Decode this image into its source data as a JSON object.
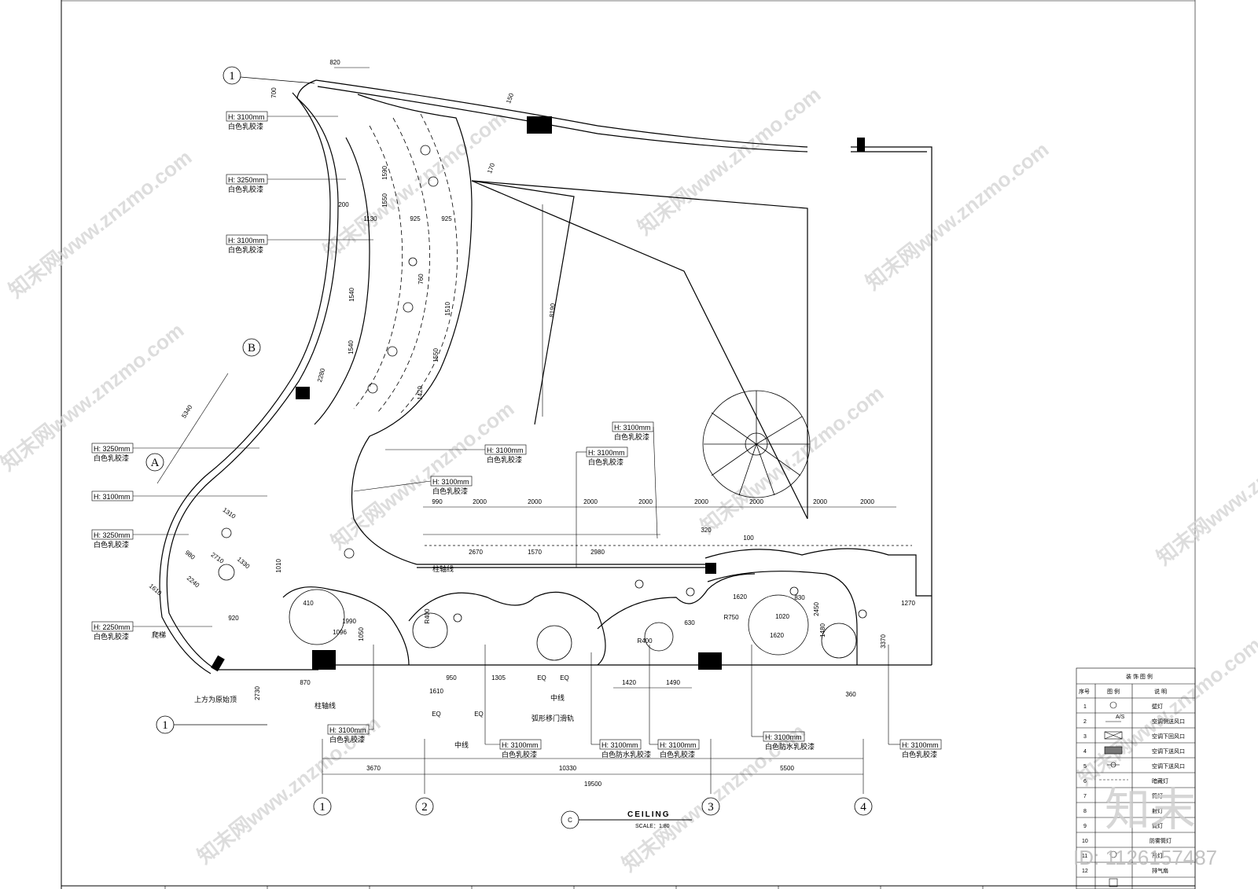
{
  "drawing": {
    "title": "CEILING",
    "scale": "SCALE：1:80",
    "section_marker": "C",
    "watermark": "znzmo.com",
    "watermark_cn": "知末网www.znzmo.com",
    "logo_text": "知末",
    "id_text": "ID: 1126157487"
  },
  "grid": {
    "axis_1": "1",
    "axis_2": "2",
    "axis_3": "3",
    "axis_4": "4",
    "axis_A": "A",
    "axis_B": "B",
    "dim_3670": "3670",
    "dim_10330": "10330",
    "dim_5500": "5500",
    "dim_19500": "19500",
    "dim_5340": "5340"
  },
  "ceiling_tags": [
    {
      "height": "H: 3100mm",
      "finish": "白色乳胶漆"
    },
    {
      "height": "H: 3250mm",
      "finish": "白色乳胶漆"
    },
    {
      "height": "H: 3100mm",
      "finish": "白色乳胶漆"
    },
    {
      "height": "H: 3250mm",
      "finish": "白色乳胶漆"
    },
    {
      "height": "H: 3100mm",
      "finish": ""
    },
    {
      "height": "H: 3250mm",
      "finish": "白色乳胶漆"
    },
    {
      "height": "H: 2250mm",
      "finish": "白色乳胶漆"
    },
    {
      "height": "H: 3100mm",
      "finish": "白色乳胶漆"
    },
    {
      "height": "H: 3100mm",
      "finish": "白色乳胶漆"
    },
    {
      "height": "H: 3100mm",
      "finish": "白色乳胶漆"
    },
    {
      "height": "H: 3100mm",
      "finish": "白色乳胶漆"
    },
    {
      "height": "H: 3100mm",
      "finish": "白色乳胶漆"
    },
    {
      "height": "H: 3100mm",
      "finish": "白色乳胶漆"
    },
    {
      "height": "H: 3100mm",
      "finish": "白色防水乳胶漆"
    },
    {
      "height": "H: 3100mm",
      "finish": "白色乳胶漆"
    },
    {
      "height": "H: 3100mm",
      "finish": "白色防水乳胶漆"
    },
    {
      "height": "H: 3100mm",
      "finish": "白色乳胶漆"
    }
  ],
  "notes": {
    "climb": "爬梯",
    "above_original": "上方为原始顶",
    "column_axis": "柱轴线",
    "column_axis_2": "柱轴线",
    "centerline": "中线",
    "centerline_2": "中线",
    "sliding_door": "弧形移门滑轨"
  },
  "dimensions": {
    "top": [
      "990",
      "2000",
      "2000",
      "2000",
      "2000",
      "2000",
      "2000",
      "2000",
      "2000"
    ],
    "mid": [
      "2670",
      "1570",
      "2980"
    ],
    "left_col": [
      "1130",
      "925",
      "925",
      "1330"
    ],
    "misc": [
      "820",
      "700",
      "150",
      "170",
      "8190",
      "200",
      "1590",
      "1550",
      "1540",
      "1540",
      "1510",
      "1550",
      "1420",
      "760",
      "2280",
      "1310",
      "2710",
      "1330",
      "980",
      "2240",
      "1610",
      "920",
      "1990",
      "1096",
      "1050",
      "950",
      "1305",
      "1610",
      "1620",
      "1020",
      "1620",
      "1480",
      "1270",
      "870",
      "2730",
      "1420",
      "1490",
      "830",
      "2450",
      "320",
      "100",
      "630",
      "R750",
      "R400",
      "R400",
      "EQ",
      "EQ",
      "EQ",
      "EQ",
      "3370",
      "360",
      "410",
      "1010"
    ]
  },
  "legend": {
    "title": "装 饰 图 例",
    "col_no": "序号",
    "col_symbol": "图 例",
    "col_desc": "说 明",
    "rows": [
      {
        "no": "1",
        "desc": "壁灯"
      },
      {
        "no": "2",
        "desc": "空调侧送风口"
      },
      {
        "no": "3",
        "desc": "空调下回风口"
      },
      {
        "no": "4",
        "desc": "空调下送风口"
      },
      {
        "no": "5",
        "desc": "空调下送风口"
      },
      {
        "no": "6",
        "desc": "暗藏灯"
      },
      {
        "no": "7",
        "desc": "筒灯"
      },
      {
        "no": "8",
        "desc": "射灯"
      },
      {
        "no": "9",
        "desc": "筒灯"
      },
      {
        "no": "10",
        "desc": "防雾筒灯"
      },
      {
        "no": "11",
        "desc": "吊灯"
      },
      {
        "no": "12",
        "desc": "排气扇"
      }
    ],
    "symbol_label_2": "A/S"
  }
}
